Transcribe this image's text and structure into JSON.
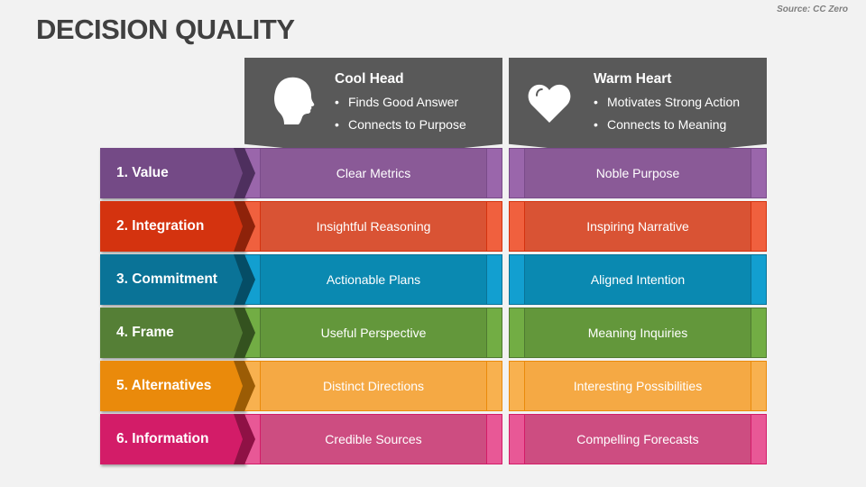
{
  "title": "DECISION QUALITY",
  "source": "Source: CC Zero",
  "columns": [
    {
      "heading": "Cool Head",
      "icon": "head-profile-icon",
      "bullets": [
        "Finds Good Answer",
        "Connects to Purpose"
      ]
    },
    {
      "heading": "Warm Heart",
      "icon": "heart-icon",
      "bullets": [
        "Motivates Strong Action",
        "Connects to Meaning"
      ]
    }
  ],
  "rows": [
    {
      "label": "1. Value",
      "cool": "Clear Metrics",
      "warm": "Noble Purpose",
      "colors": {
        "label": "#744a86",
        "tip": "#4e2f5e",
        "main": "#8a5a97",
        "strip": "#9a66ab",
        "border": "#7a4b8a"
      }
    },
    {
      "label": "2. Integration",
      "cool": "Insightful Reasoning",
      "warm": "Inspiring Narrative",
      "colors": {
        "label": "#d4330f",
        "tip": "#8e220a",
        "main": "#d95334",
        "strip": "#f0603e",
        "border": "#d4330f"
      }
    },
    {
      "label": "3. Commitment",
      "cool": "Actionable Plans",
      "warm": "Aligned Intention",
      "colors": {
        "label": "#0a7397",
        "tip": "#054d66",
        "main": "#0a89b1",
        "strip": "#129fd0",
        "border": "#0a7397"
      }
    },
    {
      "label": "4. Frame",
      "cool": "Useful Perspective",
      "warm": "Meaning Inquiries",
      "colors": {
        "label": "#557f36",
        "tip": "#34521f",
        "main": "#63973b",
        "strip": "#72ad44",
        "border": "#4f7a31"
      }
    },
    {
      "label": "5. Alternatives",
      "cool": "Distinct Directions",
      "warm": "Interesting Possibilities",
      "colors": {
        "label": "#ea8a0b",
        "tip": "#9b5c05",
        "main": "#f5a944",
        "strip": "#f8b14f",
        "border": "#ea8a0b"
      }
    },
    {
      "label": "6. Information",
      "cool": "Credible Sources",
      "warm": "Compelling Forecasts",
      "colors": {
        "label": "#d31c68",
        "tip": "#8f1145",
        "main": "#cd4d81",
        "strip": "#e85896",
        "border": "#d31c68"
      }
    }
  ]
}
